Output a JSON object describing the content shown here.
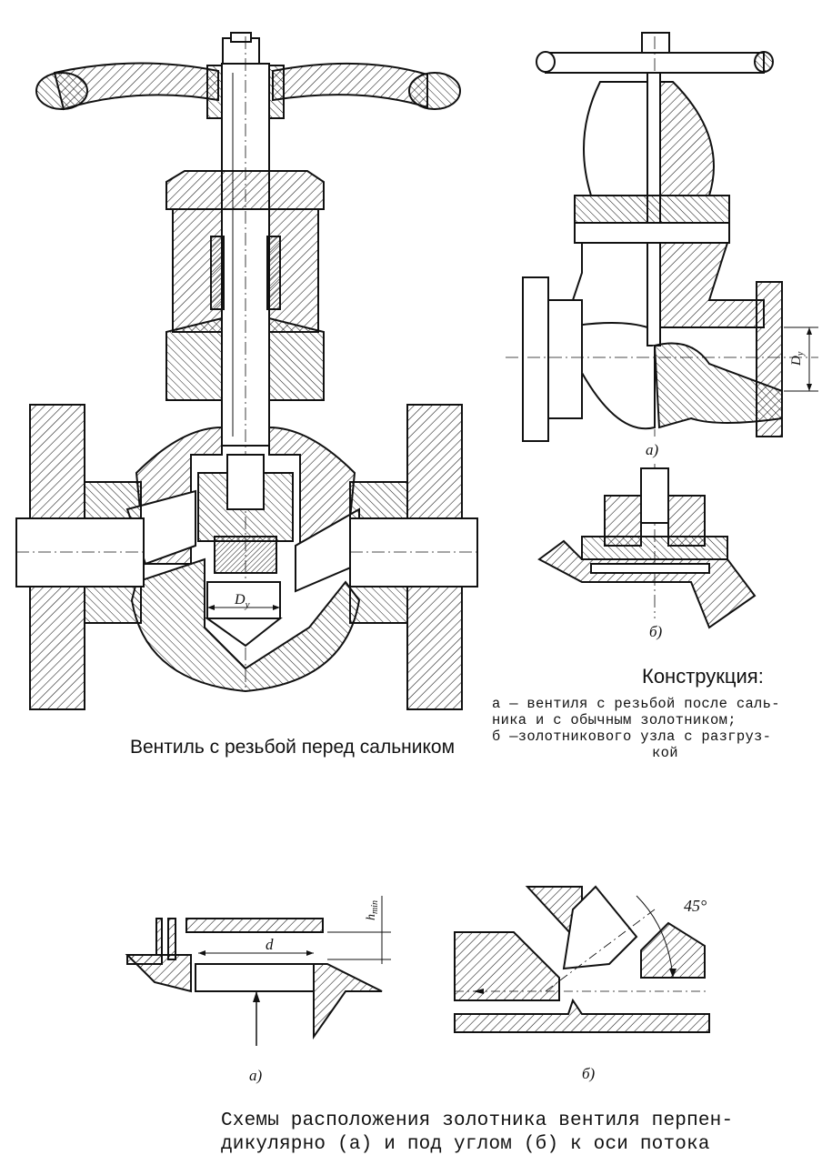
{
  "figures": {
    "main_valve": {
      "caption": "Вентиль с резьбой перед сальником",
      "dim_label": "D",
      "dim_sub": "у"
    },
    "valve_a": {
      "label": "а)",
      "dim_label": "D",
      "dim_sub": "у"
    },
    "valve_b": {
      "label": "б)"
    },
    "construction": {
      "title": "Конструкция:",
      "lines": [
        "а — вентиля с резьбой после саль-",
        "ника и с обычным золотником;",
        "б —золотникового узла с разгруз-",
        "кой"
      ]
    },
    "scheme_a": {
      "label": "а)",
      "dim_d": "d",
      "dim_h": "h",
      "dim_h_sub": "min"
    },
    "scheme_b": {
      "label": "б)",
      "angle": "45°"
    },
    "bottom_caption": {
      "line1": "Схемы расположения золотника вентиля перпен-",
      "line2": "дикулярно (а) и под углом (б) к оси потока"
    }
  },
  "colors": {
    "ink": "#111111",
    "paper": "#ffffff"
  }
}
